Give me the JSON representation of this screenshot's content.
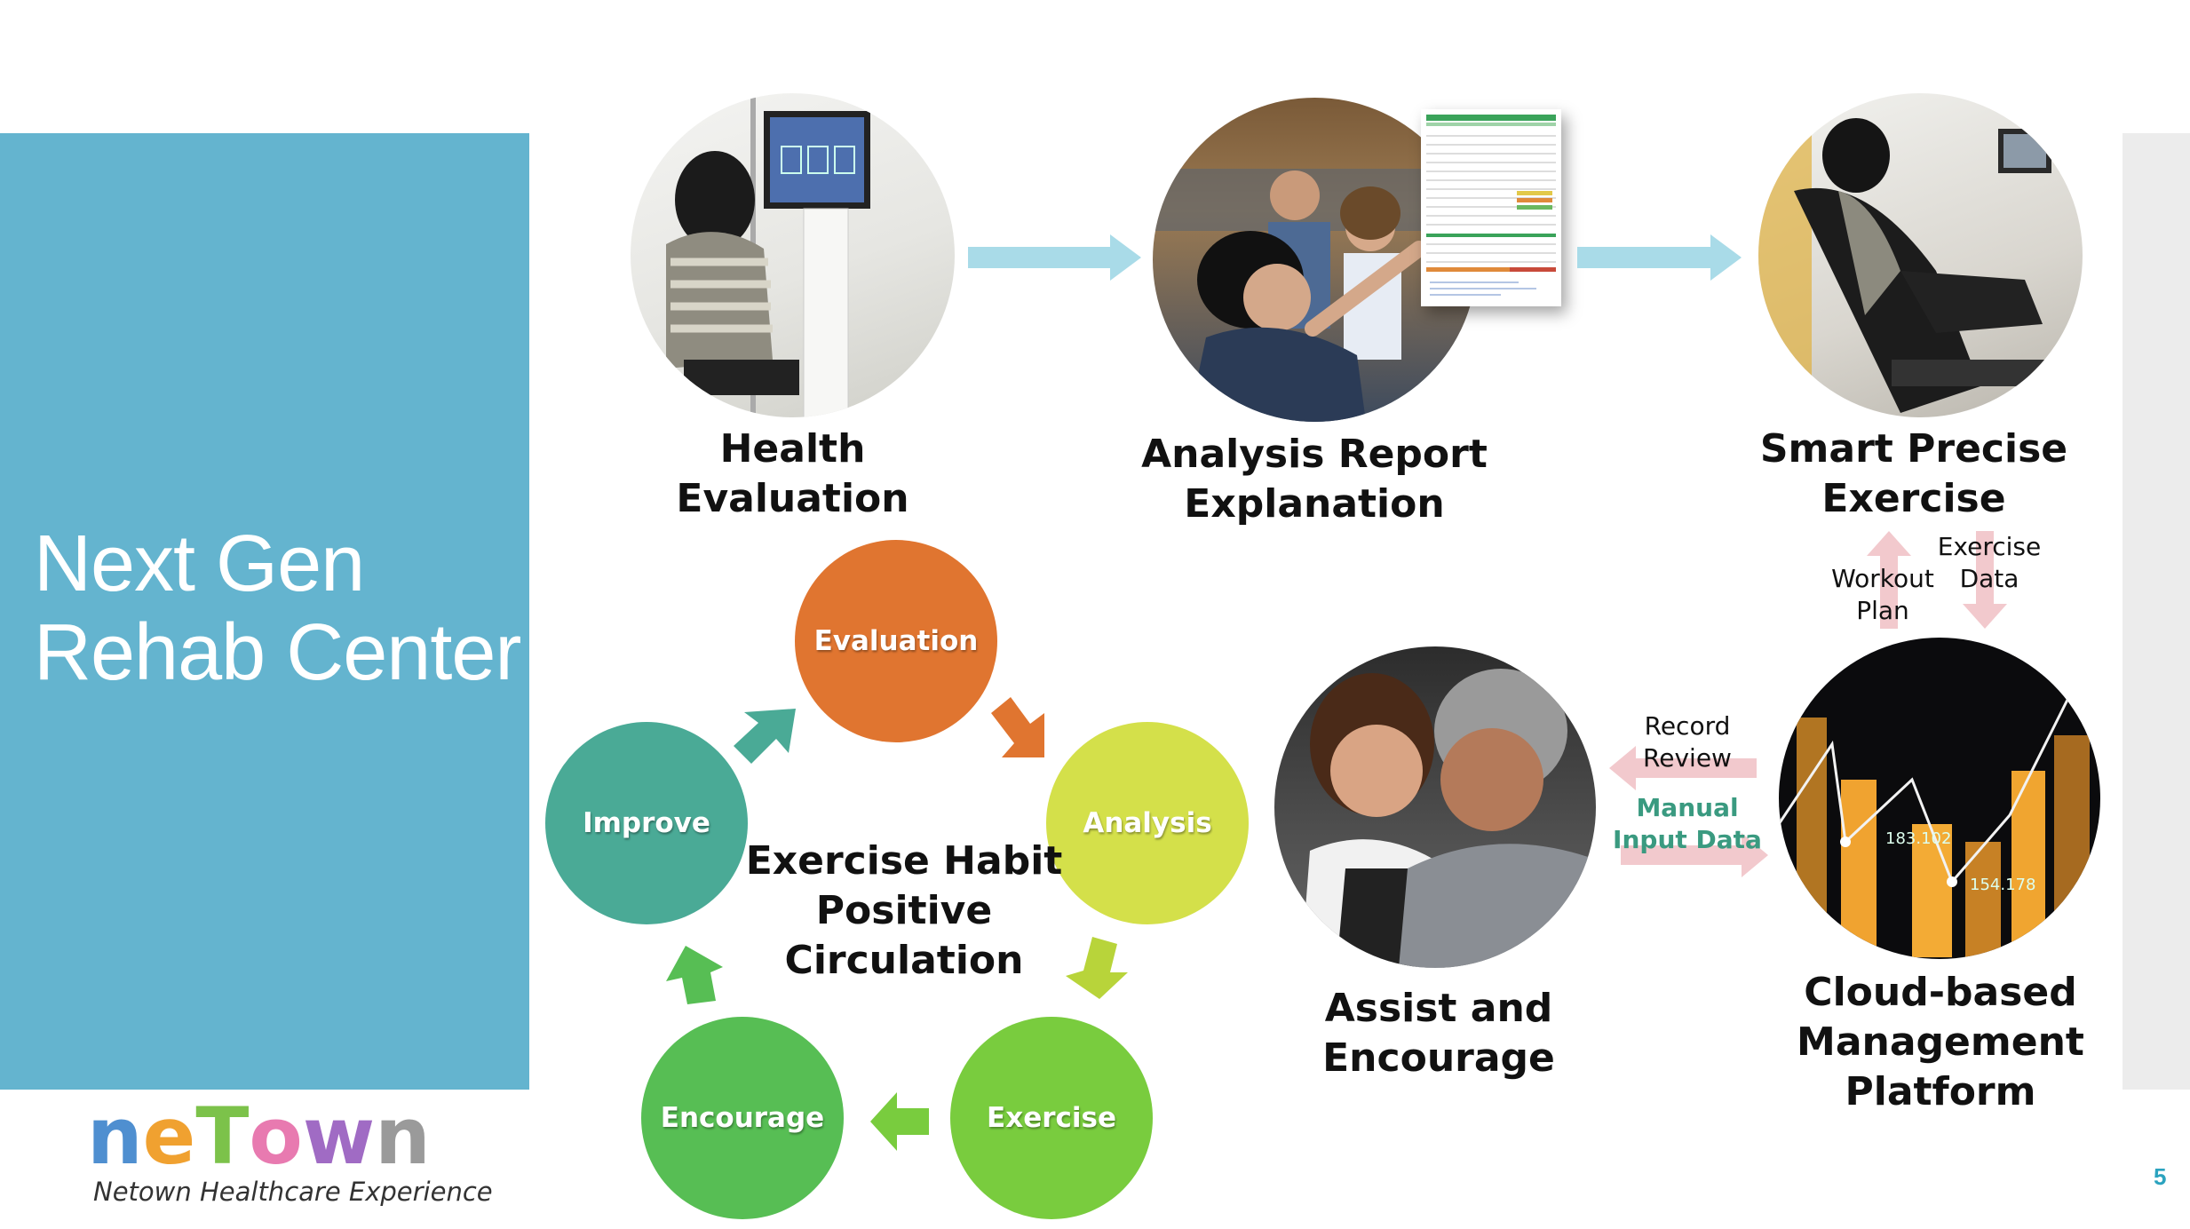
{
  "slide": {
    "title_line1": "Next Gen",
    "title_line2": "Rehab Center",
    "page_number": "5"
  },
  "colors": {
    "panel": "#64b4cf",
    "arrow_blue": "#a9dbe8",
    "arrow_pink": "#f2c9cd",
    "manual_text": "#3a9a80",
    "page_number": "#2ba3bf"
  },
  "steps": {
    "health": "Health\nEvaluation",
    "analysis_report": "Analysis Report\nExplanation",
    "smart_exercise": "Smart Precise\nExercise",
    "cloud": "Cloud-based\nManagement\nPlatform",
    "assist": "Assist and\nEncourage"
  },
  "flow_labels": {
    "workout_plan": "Workout\nPlan",
    "exercise_data": "Exercise\nData",
    "record_review": "Record\nReview",
    "manual_input": "Manual\nInput Data"
  },
  "cycle": {
    "center": "Exercise Habit\nPositive\nCirculation",
    "nodes": [
      {
        "label": "Evaluation",
        "color": "#e07530"
      },
      {
        "label": "Analysis",
        "color": "#d4e04a"
      },
      {
        "label": "Exercise",
        "color": "#79cc3e"
      },
      {
        "label": "Encourage",
        "color": "#57be54"
      },
      {
        "label": "Improve",
        "color": "#4aaa96"
      }
    ]
  },
  "photos": {
    "cloud_values": [
      "183.102",
      "154.178"
    ]
  },
  "logo": {
    "tagline": "Netown Healthcare Experience",
    "letters": [
      {
        "ch": "n",
        "color": "#4f8fd0"
      },
      {
        "ch": "e",
        "color": "#f0a130"
      },
      {
        "ch": "T",
        "color": "#7cc24a"
      },
      {
        "ch": "o",
        "color": "#e87ab0"
      },
      {
        "ch": "w",
        "color": "#a06bc4"
      },
      {
        "ch": "n",
        "color": "#9a9a9a"
      }
    ]
  }
}
